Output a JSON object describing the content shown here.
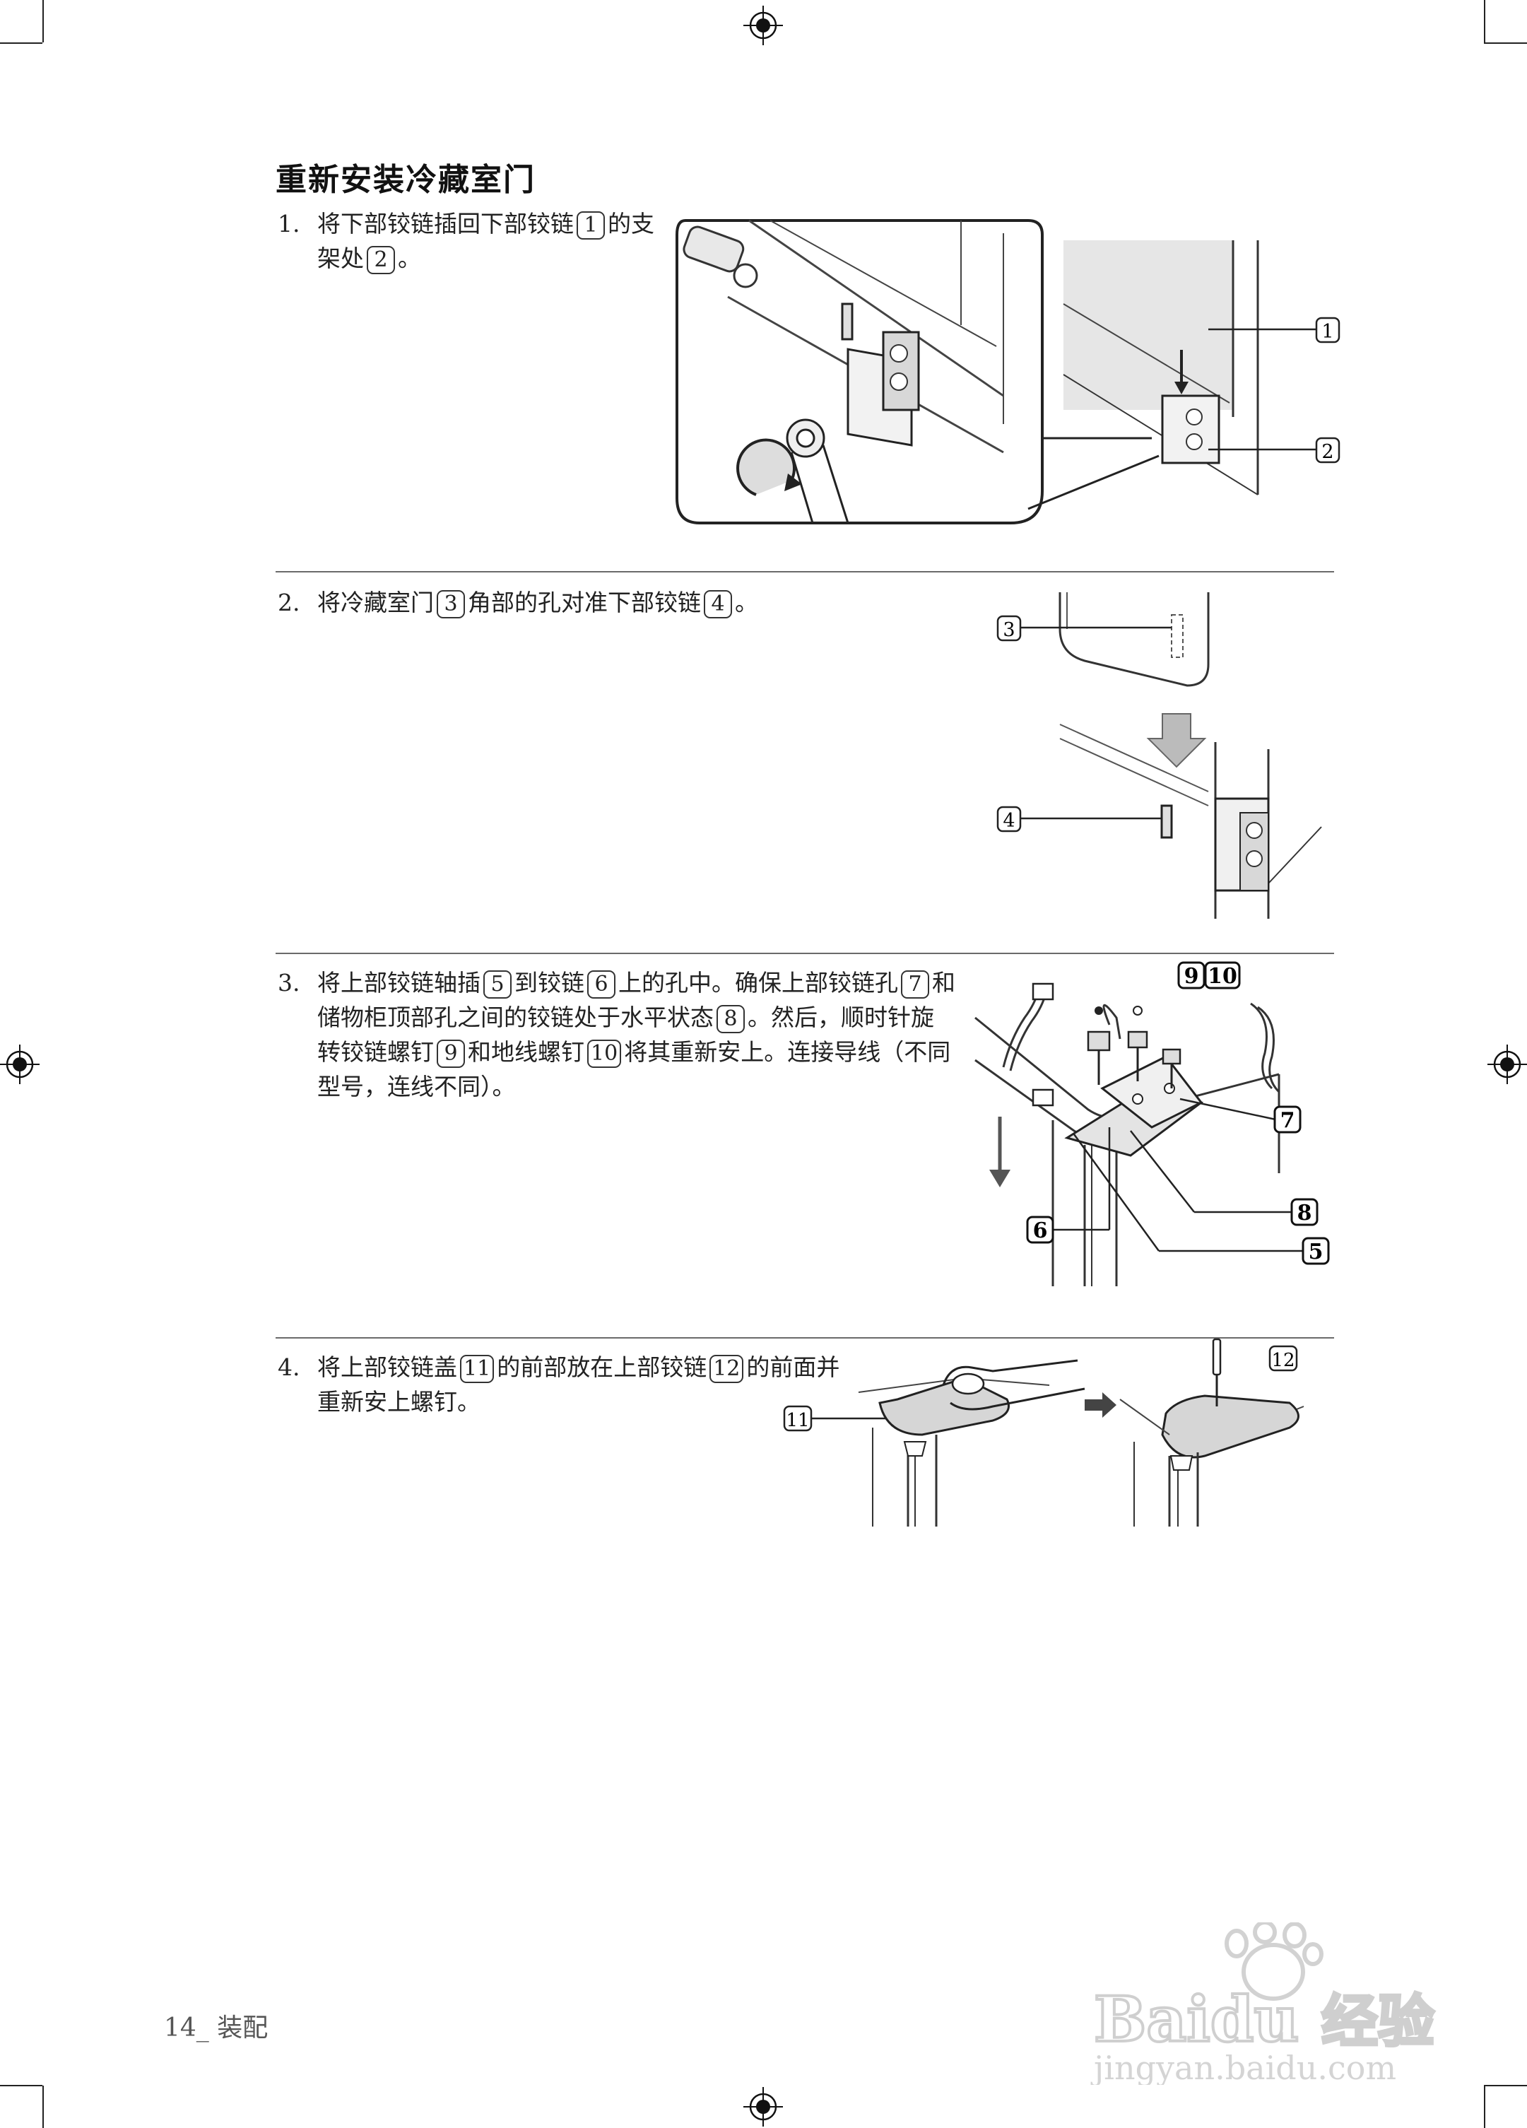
{
  "page": {
    "title": "重新安装冷藏室门",
    "footer": "14_ 装配"
  },
  "steps": [
    {
      "number": "1.",
      "segments": [
        "将下部铰链插回下部铰链",
        "1",
        "的支架处",
        "2",
        "。"
      ]
    },
    {
      "number": "2.",
      "segments": [
        "将冷藏室门",
        "3",
        "角部的孔对准下部铰链",
        "4",
        "。"
      ]
    },
    {
      "number": "3.",
      "segments": [
        "将上部铰链轴插",
        "5",
        "到铰链",
        "6",
        "上的孔中。确保上部铰链孔",
        "7",
        "和储物柜顶部孔之间的铰链处于水平状态",
        "8",
        "。然后，顺时针旋转铰链螺钉",
        "9",
        "和地线螺钉",
        "10",
        "将其重新安上。连接导线（不同型号，连线不同）。"
      ]
    },
    {
      "number": "4.",
      "segments": [
        "将上部铰链盖",
        "11",
        "的前部放在上部铰链",
        "12",
        "的前面并重新安上螺钉。"
      ]
    }
  ],
  "figures": {
    "fig1": {
      "labels": [
        "1",
        "2"
      ]
    },
    "fig2": {
      "labels": [
        "3",
        "4"
      ]
    },
    "fig3": {
      "labels": [
        "9",
        "10",
        "7",
        "8",
        "6",
        "5"
      ]
    },
    "fig4": {
      "labels": [
        "11",
        "12"
      ]
    }
  },
  "watermark": {
    "brand": "Baidu",
    "brand_cn": "经验",
    "url": "jingyan.baidu.com"
  }
}
